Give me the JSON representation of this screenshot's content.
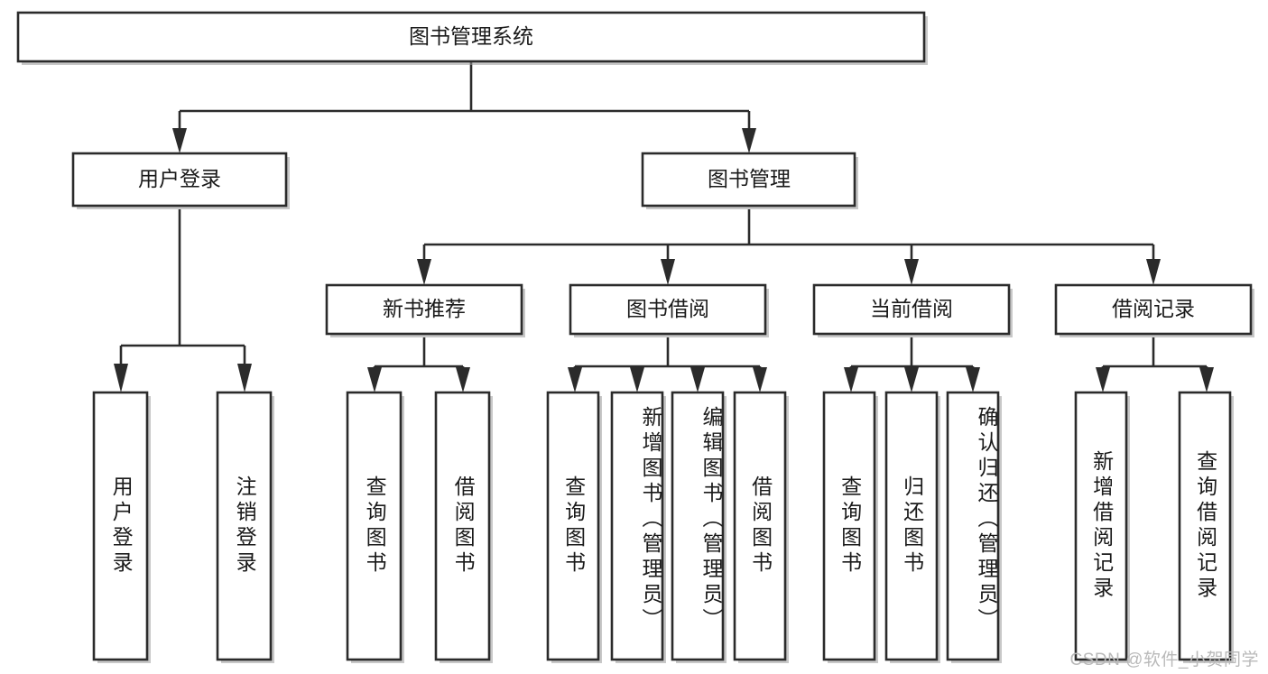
{
  "diagram": {
    "title": "图书管理系统",
    "type": "tree-hierarchy-flowchart",
    "orientation": "top-down",
    "colors": {
      "node_fill": "#ffffff",
      "node_stroke": "#2b2b2b",
      "text": "#1a1a1a",
      "watermark": "#b9b9b9",
      "background": "#ffffff"
    },
    "root": {
      "label": "图书管理系统"
    },
    "level2": [
      {
        "label": "用户登录"
      },
      {
        "label": "图书管理"
      }
    ],
    "level3": [
      {
        "label": "新书推荐"
      },
      {
        "label": "图书借阅"
      },
      {
        "label": "当前借阅"
      },
      {
        "label": "借阅记录"
      }
    ],
    "leaves": {
      "user_login": [
        {
          "label": "用户登录"
        },
        {
          "label": "注销登录"
        }
      ],
      "new_book_recommend": [
        {
          "label": "查询图书"
        },
        {
          "label": "借阅图书"
        }
      ],
      "book_borrow": [
        {
          "label": "查询图书"
        },
        {
          "label": "新增图书（管理员）"
        },
        {
          "label": "编辑图书（管理员）"
        },
        {
          "label": "借阅图书"
        }
      ],
      "current_borrow": [
        {
          "label": "查询图书"
        },
        {
          "label": "归还图书"
        },
        {
          "label": "确认归还（管理员）"
        }
      ],
      "borrow_record": [
        {
          "label": "新增借阅记录"
        },
        {
          "label": "查询借阅记录"
        }
      ]
    }
  },
  "watermark": {
    "text": "CSDN @软件_小贺同学"
  }
}
